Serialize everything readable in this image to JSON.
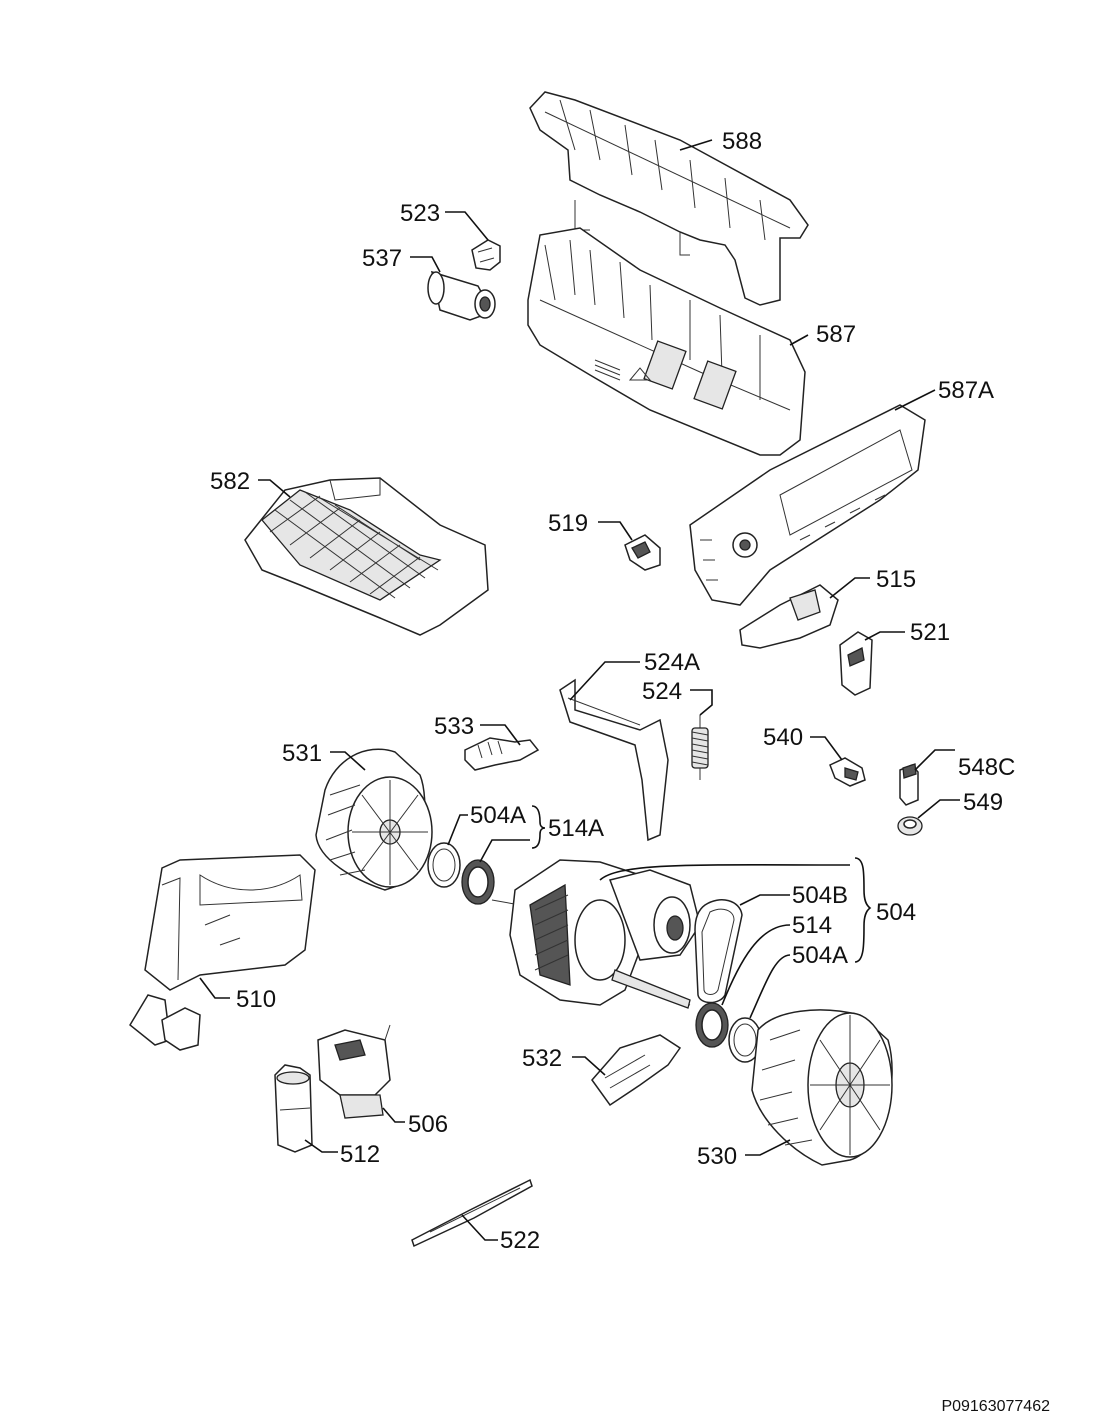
{
  "labels": {
    "p588": "588",
    "p523": "523",
    "p537": "537",
    "p587": "587",
    "p587A": "587A",
    "p582": "582",
    "p519": "519",
    "p515": "515",
    "p521": "521",
    "p524A": "524A",
    "p524": "524",
    "p533": "533",
    "p531": "531",
    "p504A_top": "504A",
    "p514A": "514A",
    "p540": "540",
    "p548C": "548C",
    "p549": "549",
    "p504B": "504B",
    "p504": "504",
    "p514": "514",
    "p504A_bottom": "504A",
    "p510": "510",
    "p532": "532",
    "p506": "506",
    "p512": "512",
    "p530": "530",
    "p522": "522"
  },
  "document_id": "P09163077462"
}
